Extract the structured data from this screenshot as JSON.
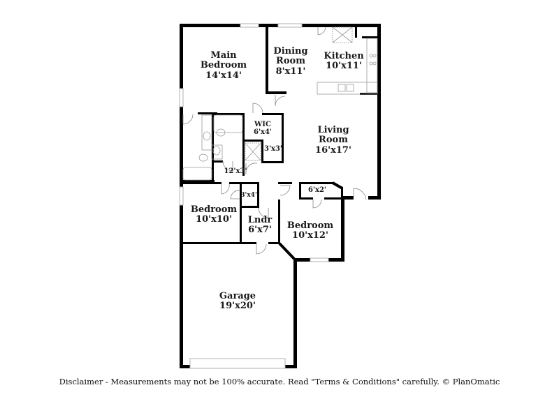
{
  "floorplan": {
    "rooms": [
      {
        "id": "main-bedroom",
        "name": "Main Bedroom",
        "name_lines": [
          "Main",
          "Bedroom"
        ],
        "dimensions": "14'x14'"
      },
      {
        "id": "dining-room",
        "name": "Dining Room",
        "name_lines": [
          "Dining",
          "Room"
        ],
        "dimensions": "8'x11'"
      },
      {
        "id": "kitchen",
        "name": "Kitchen",
        "name_lines": [
          "Kitchen"
        ],
        "dimensions": "10'x11'"
      },
      {
        "id": "wic",
        "name": "WIC",
        "name_lines": [
          "WIC"
        ],
        "dimensions": "6'x4'"
      },
      {
        "id": "closet-3x3",
        "name": "",
        "name_lines": [],
        "dimensions": "3'x3'"
      },
      {
        "id": "living-room",
        "name": "Living Room",
        "name_lines": [
          "Living",
          "Room"
        ],
        "dimensions": "16'x17'"
      },
      {
        "id": "hall",
        "name": "",
        "name_lines": [],
        "dimensions": "12'x3'"
      },
      {
        "id": "closet-3x4",
        "name": "",
        "name_lines": [],
        "dimensions": "3'x4'"
      },
      {
        "id": "closet-6x2",
        "name": "",
        "name_lines": [],
        "dimensions": "6'x2'"
      },
      {
        "id": "bedroom-2",
        "name": "Bedroom",
        "name_lines": [
          "Bedroom"
        ],
        "dimensions": "10'x10'"
      },
      {
        "id": "laundry",
        "name": "Lndr",
        "name_lines": [
          "Lndr"
        ],
        "dimensions": "6'x7'"
      },
      {
        "id": "bedroom-3",
        "name": "Bedroom",
        "name_lines": [
          "Bedroom"
        ],
        "dimensions": "10'x12'"
      },
      {
        "id": "garage",
        "name": "Garage",
        "name_lines": [
          "Garage"
        ],
        "dimensions": "19'x20'"
      }
    ],
    "disclaimer": "Disclaimer - Measurements may not be 100% accurate. Read \"Terms & Conditions\" carefully. © PlanOmatic",
    "colors": {
      "wall": "#000000",
      "fixture": "#9a9a9a",
      "window": "#c8c8c8",
      "background": "#ffffff"
    }
  }
}
